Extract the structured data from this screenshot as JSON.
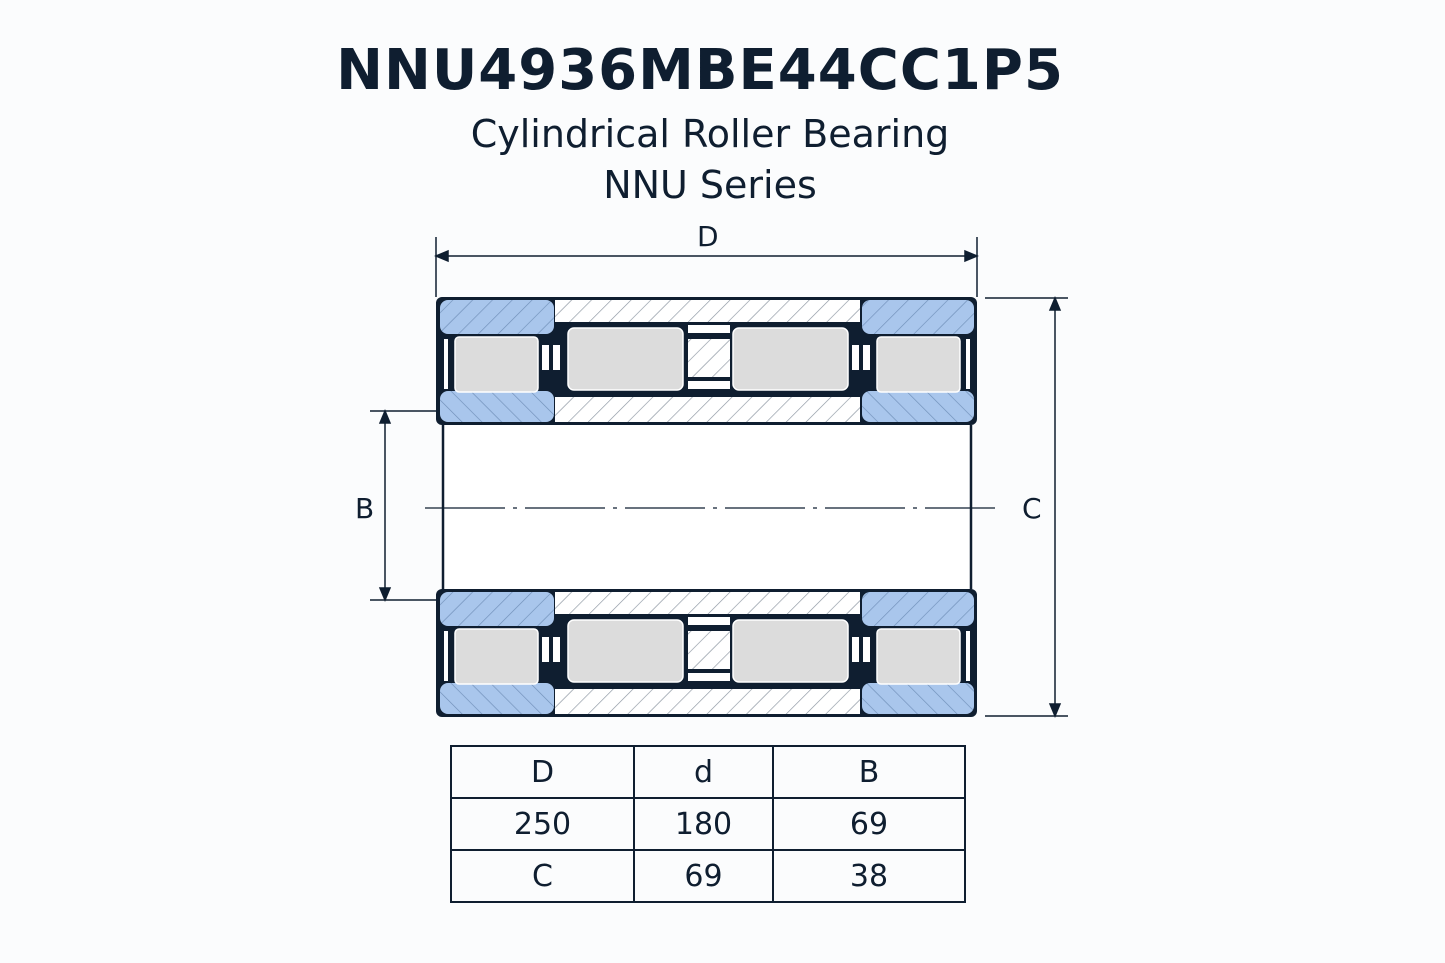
{
  "title": "NNU4936MBE44CC1P5",
  "subtitle": "Cylindrical Roller Bearing",
  "series": "NNU Series",
  "dimension_labels": {
    "D": "D",
    "B": "B",
    "C": "C"
  },
  "table": {
    "rows": [
      [
        "D",
        "d",
        "B"
      ],
      [
        "250",
        "180",
        "69"
      ],
      [
        "C",
        "69",
        "38"
      ]
    ]
  },
  "colors": {
    "ink": "#0f1e30",
    "blue": "#a9c6ec",
    "roller": "#dcdcdc"
  }
}
